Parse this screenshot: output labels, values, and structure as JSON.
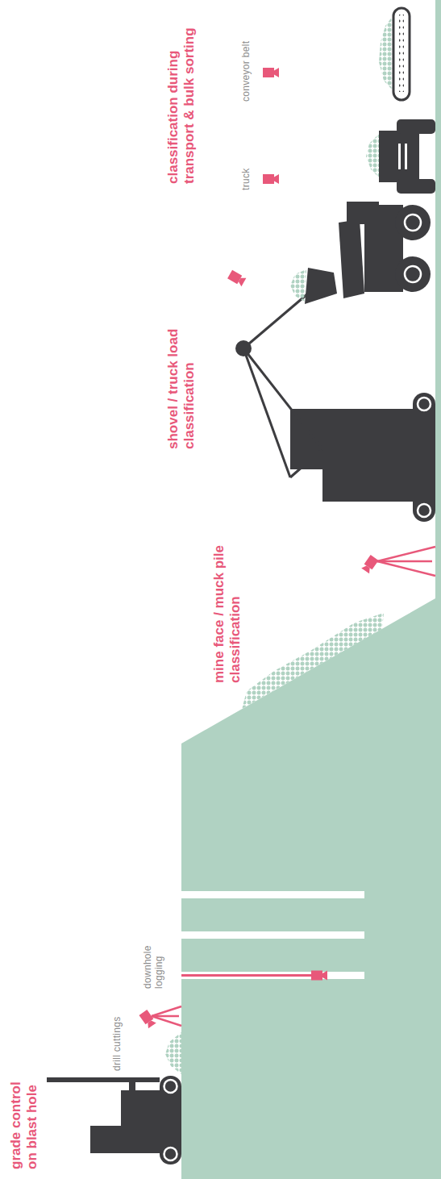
{
  "diagram": {
    "labels": [
      "grade control on blast hole",
      "drill cuttings",
      "downhole logging",
      "mine face / muck pile classification",
      "shovel / truck load classification",
      "classification during transport & bulk sorting",
      "truck",
      "conveyor belt"
    ]
  }
}
